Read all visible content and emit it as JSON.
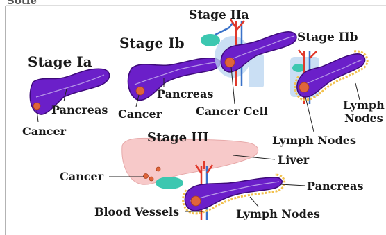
{
  "header_fragment": "Sotie",
  "stages": {
    "stage_ia": {
      "title": "Stage Ia",
      "labels": {
        "pancreas": "Pancreas",
        "cancer": "Cancer"
      }
    },
    "stage_ib": {
      "title": "Stage Ib",
      "labels": {
        "pancreas": "Pancreas",
        "cancer": "Cancer"
      }
    },
    "stage_iia": {
      "title": "Stage IIa",
      "labels": {
        "cancer_cell": "Cancer Cell"
      }
    },
    "stage_iib": {
      "title": "Stage IIb",
      "labels": {
        "lymph_line1": "Lymph",
        "lymph_line2": "Nodes",
        "lymph_nodes": "Lymph Nodes"
      }
    },
    "stage_iii": {
      "title": "Stage III",
      "labels": {
        "liver": "Liver",
        "cancer": "Cancer",
        "pancreas": "Pancreas",
        "blood_vessels": "Blood Vessels",
        "lymph_nodes": "Lymph Nodes"
      }
    }
  },
  "colors": {
    "pancreas": "#6b1fc9",
    "pancreas_dark": "#3e0a7a",
    "tumor": "#e0653a",
    "lymph_node": "#f2c14e",
    "liver": "#f7c9c9",
    "gallbladder": "#3cc7b0",
    "artery": "#e0392b",
    "vein": "#3a72c9",
    "organ_glow": "#b8d4f0"
  }
}
